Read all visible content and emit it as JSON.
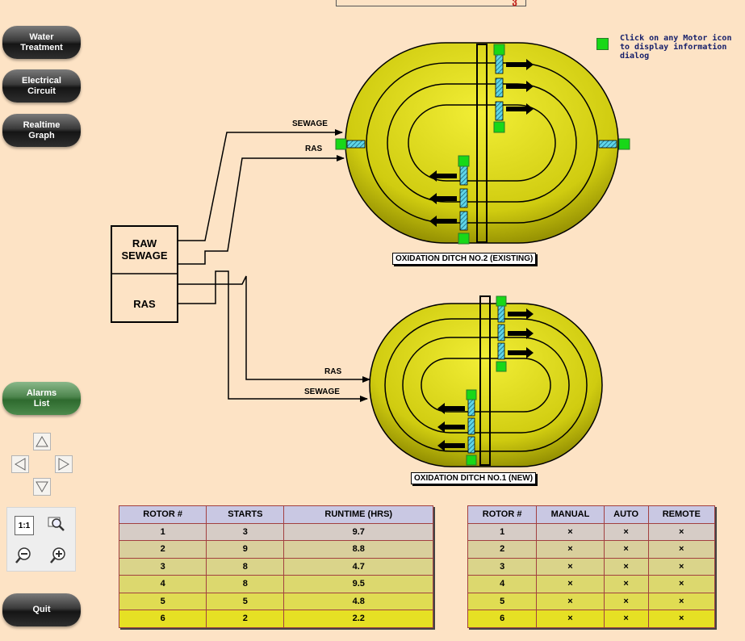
{
  "sidebar": {
    "water_treatment": "Water\nTreatment",
    "electrical_circuit": "Electrical\nCircuit",
    "realtime_graph": "Realtime\nGraph",
    "alarms_list": "Alarms\nList",
    "quit": "Quit"
  },
  "zoom": {
    "one_to_one": "1:1"
  },
  "legend": {
    "text": "Click on any Motor icon\nto display information\ndialog",
    "color": "#18d818"
  },
  "diagram": {
    "source_raw": "RAW\nSEWAGE",
    "source_ras": "RAS",
    "ditch2": {
      "title": "OXIDATION DITCH NO.2 (EXISTING)",
      "inlet_sewage": "SEWAGE",
      "inlet_ras": "RAS"
    },
    "ditch1": {
      "title": "OXIDATION DITCH NO.1 (NEW)",
      "inlet_ras": "RAS",
      "inlet_sewage": "SEWAGE"
    }
  },
  "runtime_table": {
    "headers": [
      "ROTOR #",
      "STARTS",
      "RUNTIME (HRS)"
    ],
    "rows": [
      [
        "1",
        "3",
        "9.7"
      ],
      [
        "2",
        "9",
        "8.8"
      ],
      [
        "3",
        "8",
        "4.7"
      ],
      [
        "4",
        "8",
        "9.5"
      ],
      [
        "5",
        "5",
        "4.8"
      ],
      [
        "6",
        "2",
        "2.2"
      ]
    ]
  },
  "mode_table": {
    "headers": [
      "ROTOR #",
      "MANUAL",
      "AUTO",
      "REMOTE"
    ],
    "rows": [
      [
        "1",
        "×",
        "×",
        "×"
      ],
      [
        "2",
        "×",
        "×",
        "×"
      ],
      [
        "3",
        "×",
        "×",
        "×"
      ],
      [
        "4",
        "×",
        "×",
        "×"
      ],
      [
        "5",
        "×",
        "×",
        "×"
      ],
      [
        "6",
        "×",
        "×",
        "×"
      ]
    ]
  }
}
